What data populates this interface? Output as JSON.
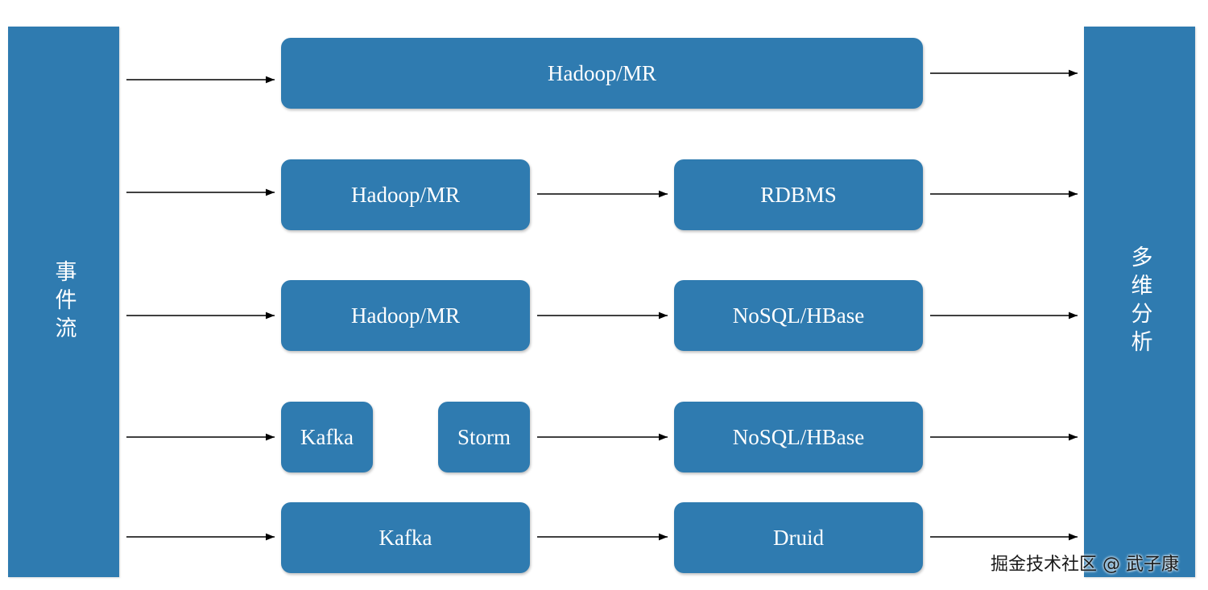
{
  "left_pillar": {
    "label": "事件流"
  },
  "right_pillar": {
    "label": "多维分析"
  },
  "rows": [
    {
      "boxes": [
        "Hadoop/MR"
      ]
    },
    {
      "boxes": [
        "Hadoop/MR",
        "RDBMS"
      ]
    },
    {
      "boxes": [
        "Hadoop/MR",
        "NoSQL/HBase"
      ]
    },
    {
      "boxes": [
        "Kafka",
        "Storm",
        "NoSQL/HBase"
      ]
    },
    {
      "boxes": [
        "Kafka",
        "Druid"
      ]
    }
  ],
  "watermark": "掘金技术社区 @ 武子康",
  "colors": {
    "box_fill": "#2f7bb0",
    "arrow": "#000000",
    "text": "#ffffff"
  }
}
